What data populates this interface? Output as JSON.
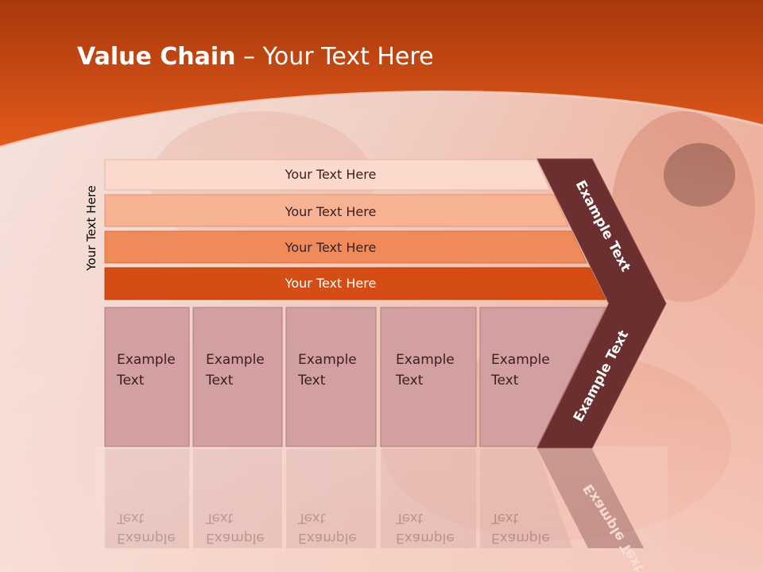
{
  "slide": {
    "title_bold": "Value Chain",
    "title_rest": " – Your Text Here",
    "side_label": "Your Text Here"
  },
  "bars": [
    {
      "label": "Your Text Here",
      "fill": "#fbd9cc"
    },
    {
      "label": "Your Text Here",
      "fill": "#f6b293"
    },
    {
      "label": "Your Text Here",
      "fill": "#f18a5a"
    },
    {
      "label": "Your Text Here",
      "fill": "#d54d14"
    }
  ],
  "boxes": [
    {
      "line1": "Example",
      "line2": "Text"
    },
    {
      "line1": "Example",
      "line2": "Text"
    },
    {
      "line1": "Example",
      "line2": "Text"
    },
    {
      "line1": "Example",
      "line2": "Text"
    },
    {
      "line1": "Example",
      "line2": "Text"
    }
  ],
  "arrow": {
    "upper_text": "Example Text",
    "lower_text": "Example Text",
    "fill": "#6b2f30"
  },
  "colors": {
    "header": "#d9561a",
    "box_fill": "#d3a0a1",
    "box_stroke": "#b07a7c"
  }
}
